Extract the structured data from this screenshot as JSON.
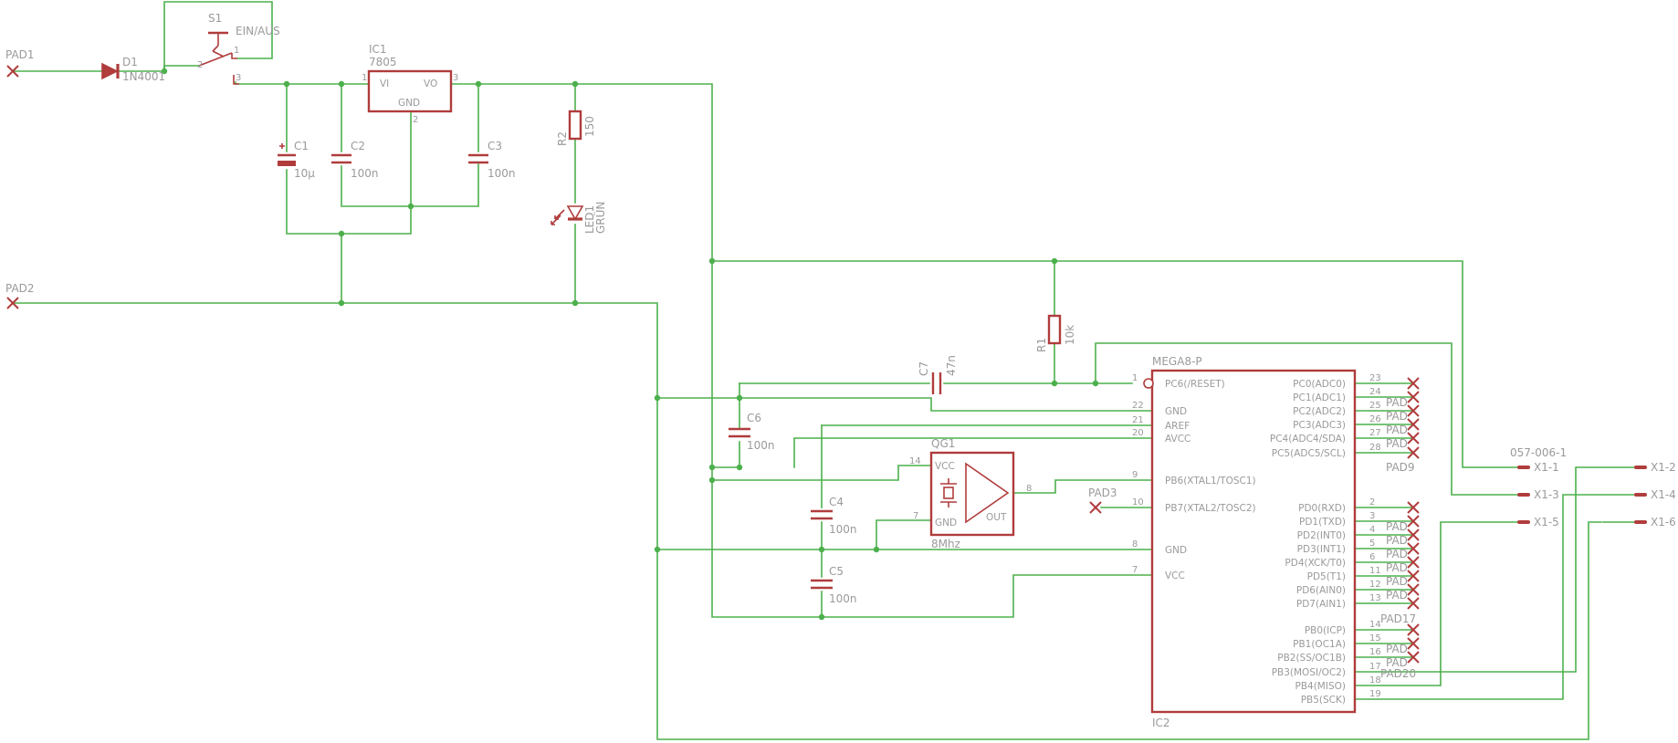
{
  "pads": {
    "pad1": "PAD1",
    "pad2": "PAD2",
    "pad3": "PAD3",
    "pad9": "PAD9",
    "pad17": "PAD17",
    "pad20": "PAD20",
    "padx": "PAD"
  },
  "d1": {
    "name": "D1",
    "value": "1N4001"
  },
  "s1": {
    "name": "S1",
    "value": "EIN/AUS",
    "p1": "1",
    "p2": "2",
    "p3": "3"
  },
  "ic1": {
    "name": "IC1",
    "value": "7805",
    "vi": "VI",
    "vo": "VO",
    "gnd": "GND",
    "p1": "1",
    "p2": "2",
    "p3": "3"
  },
  "c1": {
    "name": "C1",
    "value": "10µ"
  },
  "c2": {
    "name": "C2",
    "value": "100n"
  },
  "c3": {
    "name": "C3",
    "value": "100n"
  },
  "c4": {
    "name": "C4",
    "value": "100n"
  },
  "c5": {
    "name": "C5",
    "value": "100n"
  },
  "c6": {
    "name": "C6",
    "value": "100n"
  },
  "c7": {
    "name": "C7",
    "value": "47n"
  },
  "r1": {
    "name": "R1",
    "value": "10k"
  },
  "r2": {
    "name": "R2",
    "value": "150"
  },
  "led1": {
    "name": "LED1",
    "value": "GRÜN"
  },
  "qg1": {
    "name": "QG1",
    "value": "8Mhz",
    "vcc": "VCC",
    "gnd": "GND",
    "out": "OUT",
    "p14": "14",
    "p7": "7",
    "p8": "8"
  },
  "ic2": {
    "name": "MEGA8-P",
    "ref": "IC2",
    "left": [
      {
        "label": "PC6(/RESET)",
        "num": "1"
      },
      {
        "label": "GND",
        "num": "22"
      },
      {
        "label": "AREF",
        "num": "21"
      },
      {
        "label": "AVCC",
        "num": "20"
      },
      {
        "label": "PB6(XTAL1/TOSC1)",
        "num": "9"
      },
      {
        "label": "PB7(XTAL2/TOSC2)",
        "num": "10"
      },
      {
        "label": "GND",
        "num": "8"
      },
      {
        "label": "VCC",
        "num": "7"
      }
    ],
    "right": [
      {
        "label": "PC0(ADC0)",
        "num": "23"
      },
      {
        "label": "PC1(ADC1)",
        "num": "24"
      },
      {
        "label": "PC2(ADC2)",
        "num": "25"
      },
      {
        "label": "PC3(ADC3)",
        "num": "26"
      },
      {
        "label": "PC4(ADC4/SDA)",
        "num": "27"
      },
      {
        "label": "PC5(ADC5/SCL)",
        "num": "28"
      },
      {
        "label": "PD0(RXD)",
        "num": "2"
      },
      {
        "label": "PD1(TXD)",
        "num": "3"
      },
      {
        "label": "PD2(INT0)",
        "num": "4"
      },
      {
        "label": "PD3(INT1)",
        "num": "5"
      },
      {
        "label": "PD4(XCK/T0)",
        "num": "6"
      },
      {
        "label": "PD5(T1)",
        "num": "11"
      },
      {
        "label": "PD6(AIN0)",
        "num": "12"
      },
      {
        "label": "PD7(AIN1)",
        "num": "13"
      },
      {
        "label": "PB0(ICP)",
        "num": "14"
      },
      {
        "label": "PB1(OC1A)",
        "num": "15"
      },
      {
        "label": "PB2(SS/OC1B)",
        "num": "16"
      },
      {
        "label": "PB3(MOSI/OC2)",
        "num": "17"
      },
      {
        "label": "PB4(MISO)",
        "num": "18"
      },
      {
        "label": "PB5(SCK)",
        "num": "19"
      }
    ]
  },
  "x1": {
    "name": "057-006-1",
    "pins": [
      "X1-1",
      "X1-3",
      "X1-5",
      "X1-2",
      "X1-4",
      "X1-6"
    ]
  },
  "colors": {
    "wire": "#4cb04c",
    "component": "#b03c3c",
    "text": "#9a9a9a",
    "background": "#ffffff"
  }
}
